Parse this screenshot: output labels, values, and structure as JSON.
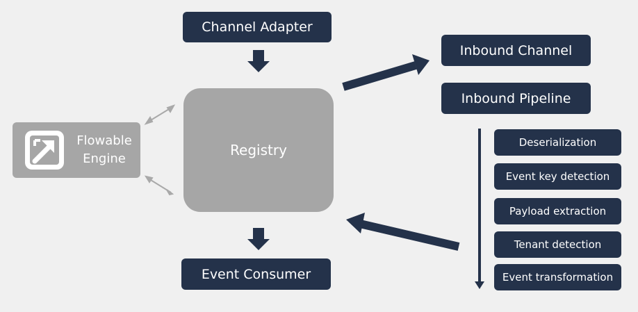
{
  "diagram": {
    "channel_adapter": "Channel Adapter",
    "registry": "Registry",
    "event_consumer": "Event Consumer",
    "inbound_channel": "Inbound Channel",
    "inbound_pipeline": "Inbound Pipeline",
    "flowable_engine_line1": "Flowable",
    "flowable_engine_line2": "Engine",
    "pipeline_steps": [
      "Deserialization",
      "Event key detection",
      "Payload extraction",
      "Tenant detection",
      "Event transformation"
    ]
  },
  "colors": {
    "box_fill": "#24324a",
    "grey_fill": "#a6a6a6",
    "background": "#f0f0f0",
    "arrow": "#24324a",
    "light_arrow": "#a9a9a9"
  },
  "icons": {
    "flowable_logo": "flowable-logo-icon"
  }
}
